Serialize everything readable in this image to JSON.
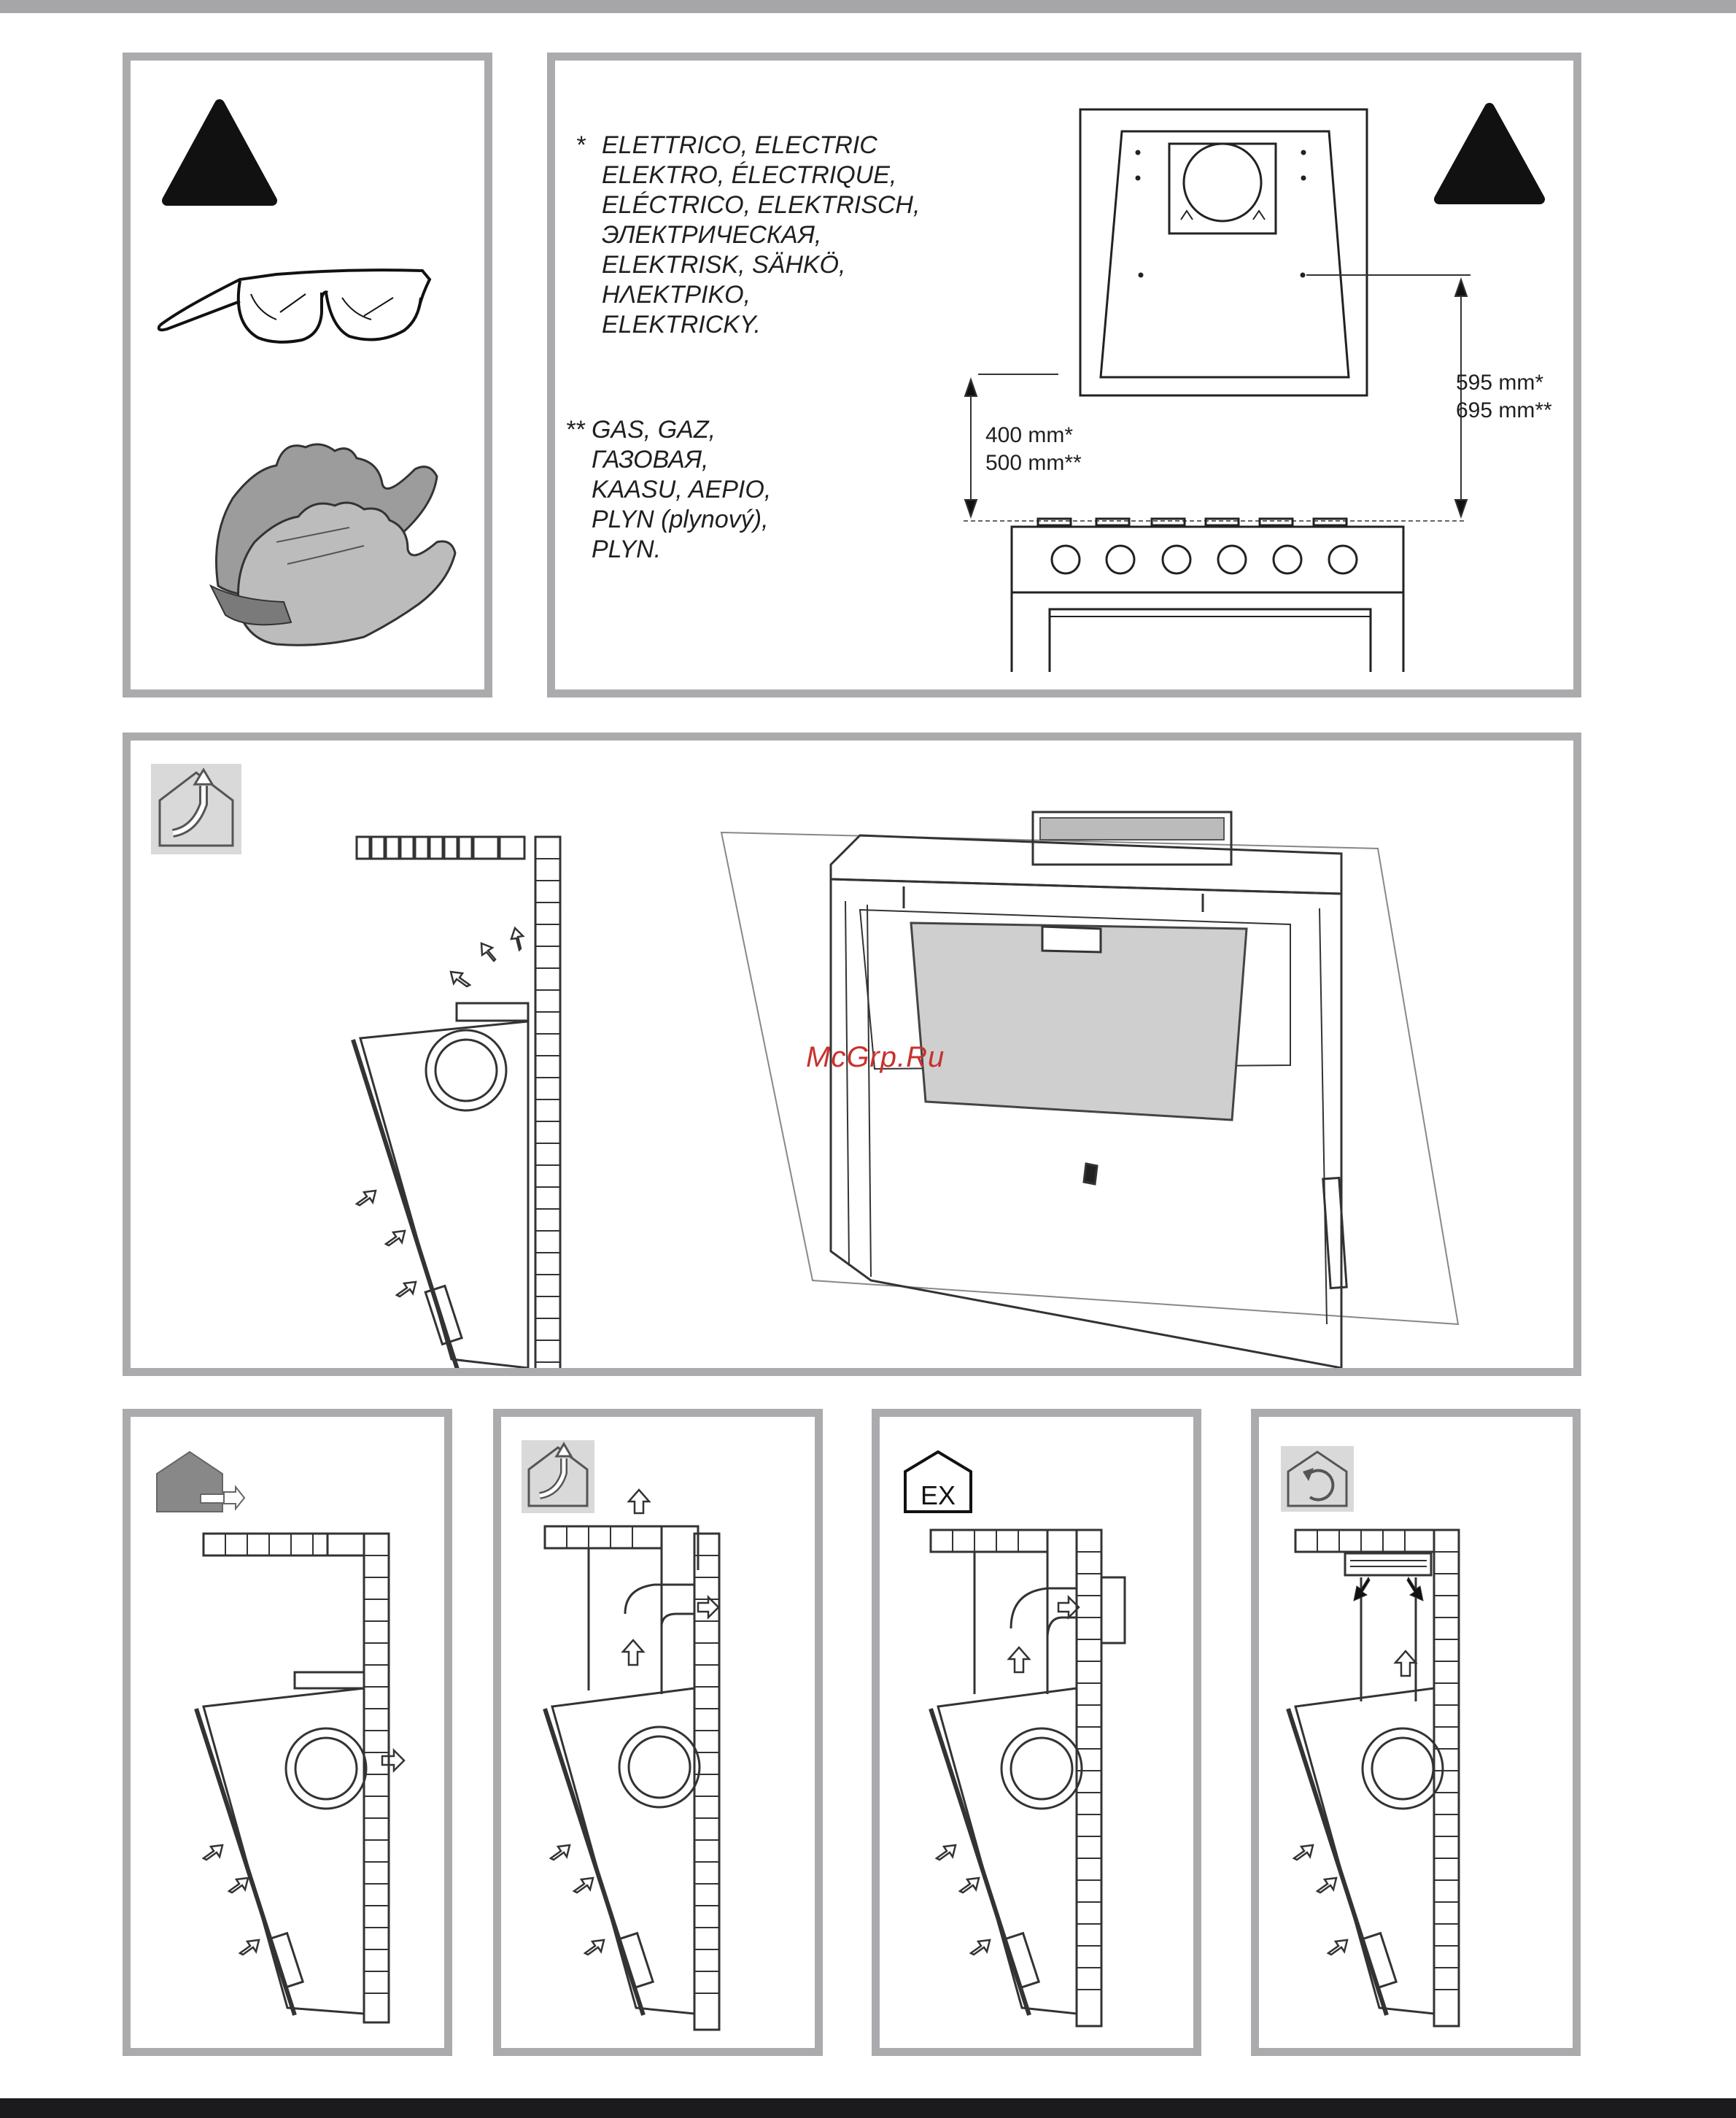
{
  "panels": {
    "safety": {
      "warning_icon": "warning-triangle-icon",
      "glasses_icon": "safety-glasses-icon",
      "gloves_icon": "safety-gloves-icon"
    },
    "distances": {
      "electric_marker": "*",
      "electric_lines": [
        "ELETTRICO, ELECTRIC",
        "ELEKTRO, ÉLECTRIQUE,",
        "ELÉCTRICO, ELEKTRISCH,",
        "ЭЛЕКТРИЧЕСКАЯ,",
        "ELEKTRISK, SÄHKÖ,",
        "HΛEKTPIKO,",
        "ELEKTRICKY."
      ],
      "gas_marker": "**",
      "gas_lines": [
        "GAS, GAZ,",
        "ГАЗОВАЯ,",
        "KAASU, AEPIO,",
        "PLYN (plynový),",
        "PLYN."
      ],
      "dim_cooker_electric": "400 mm*",
      "dim_cooker_gas": "500 mm**",
      "dim_hole_electric": "595 mm*",
      "dim_hole_gas": "695 mm**",
      "warning_icon": "warning-triangle-icon"
    },
    "overview": {
      "mode_icon": "ducted-house-icon",
      "watermark": "McGrp.Ru"
    },
    "modes": [
      {
        "icon": "rear-exhaust-icon"
      },
      {
        "icon": "ducted-house-icon"
      },
      {
        "icon": "ex-icon",
        "icon_label": "EX"
      },
      {
        "icon": "recirculation-icon"
      }
    ]
  }
}
